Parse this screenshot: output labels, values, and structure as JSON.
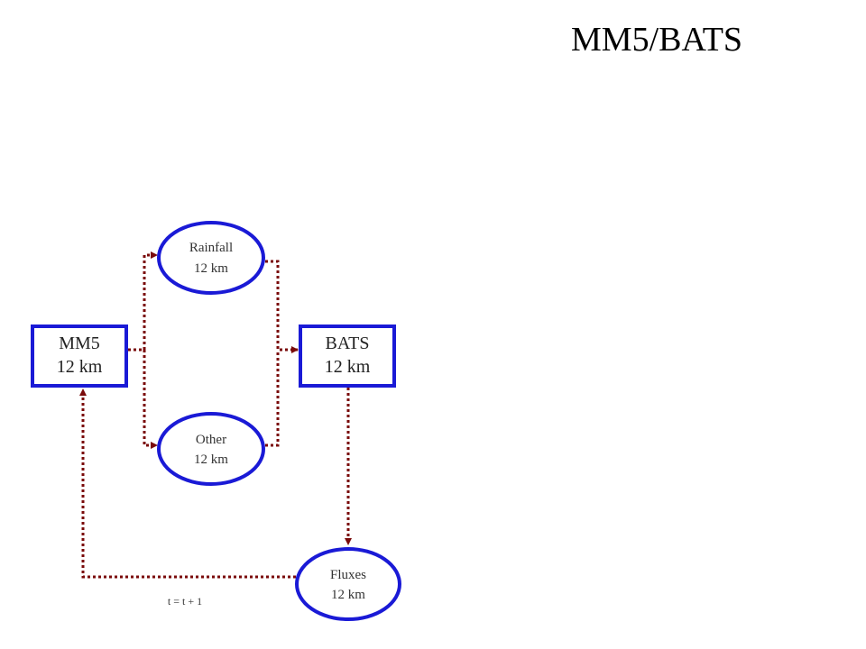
{
  "title": "MM5/BATS",
  "nodes": {
    "mm5": {
      "line1": "MM5",
      "line2": "12 km"
    },
    "bats": {
      "line1": "BATS",
      "line2": "12 km"
    },
    "rainfall": {
      "line1": "Rainfall",
      "line2": "12 km"
    },
    "other": {
      "line1": "Other",
      "line2": "12 km"
    },
    "fluxes": {
      "line1": "Fluxes",
      "line2": "12 km"
    }
  },
  "loop_label": "t = t + 1",
  "colors": {
    "node_stroke": "#1a1ad6",
    "arrow": "#7a0a0a"
  }
}
